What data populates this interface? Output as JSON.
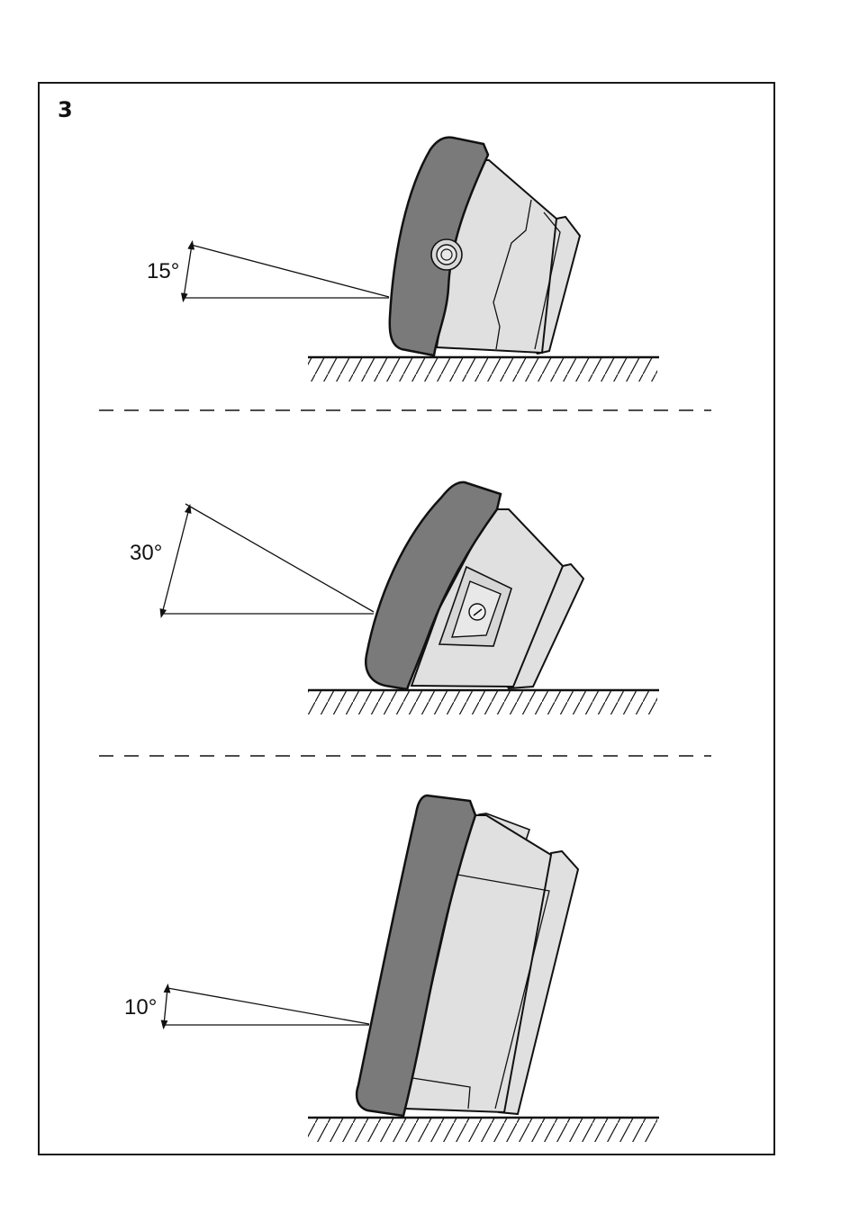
{
  "figure": {
    "number": "3"
  },
  "panels": [
    {
      "id": "tilt-15",
      "angle_label": "15°"
    },
    {
      "id": "tilt-30",
      "angle_label": "30°"
    },
    {
      "id": "tilt-10",
      "angle_label": "10°"
    }
  ],
  "colors": {
    "frame": "#1a1a1a",
    "bezel": "#7a7a7a",
    "body": "#e0e0e0",
    "outline": "#111111"
  }
}
